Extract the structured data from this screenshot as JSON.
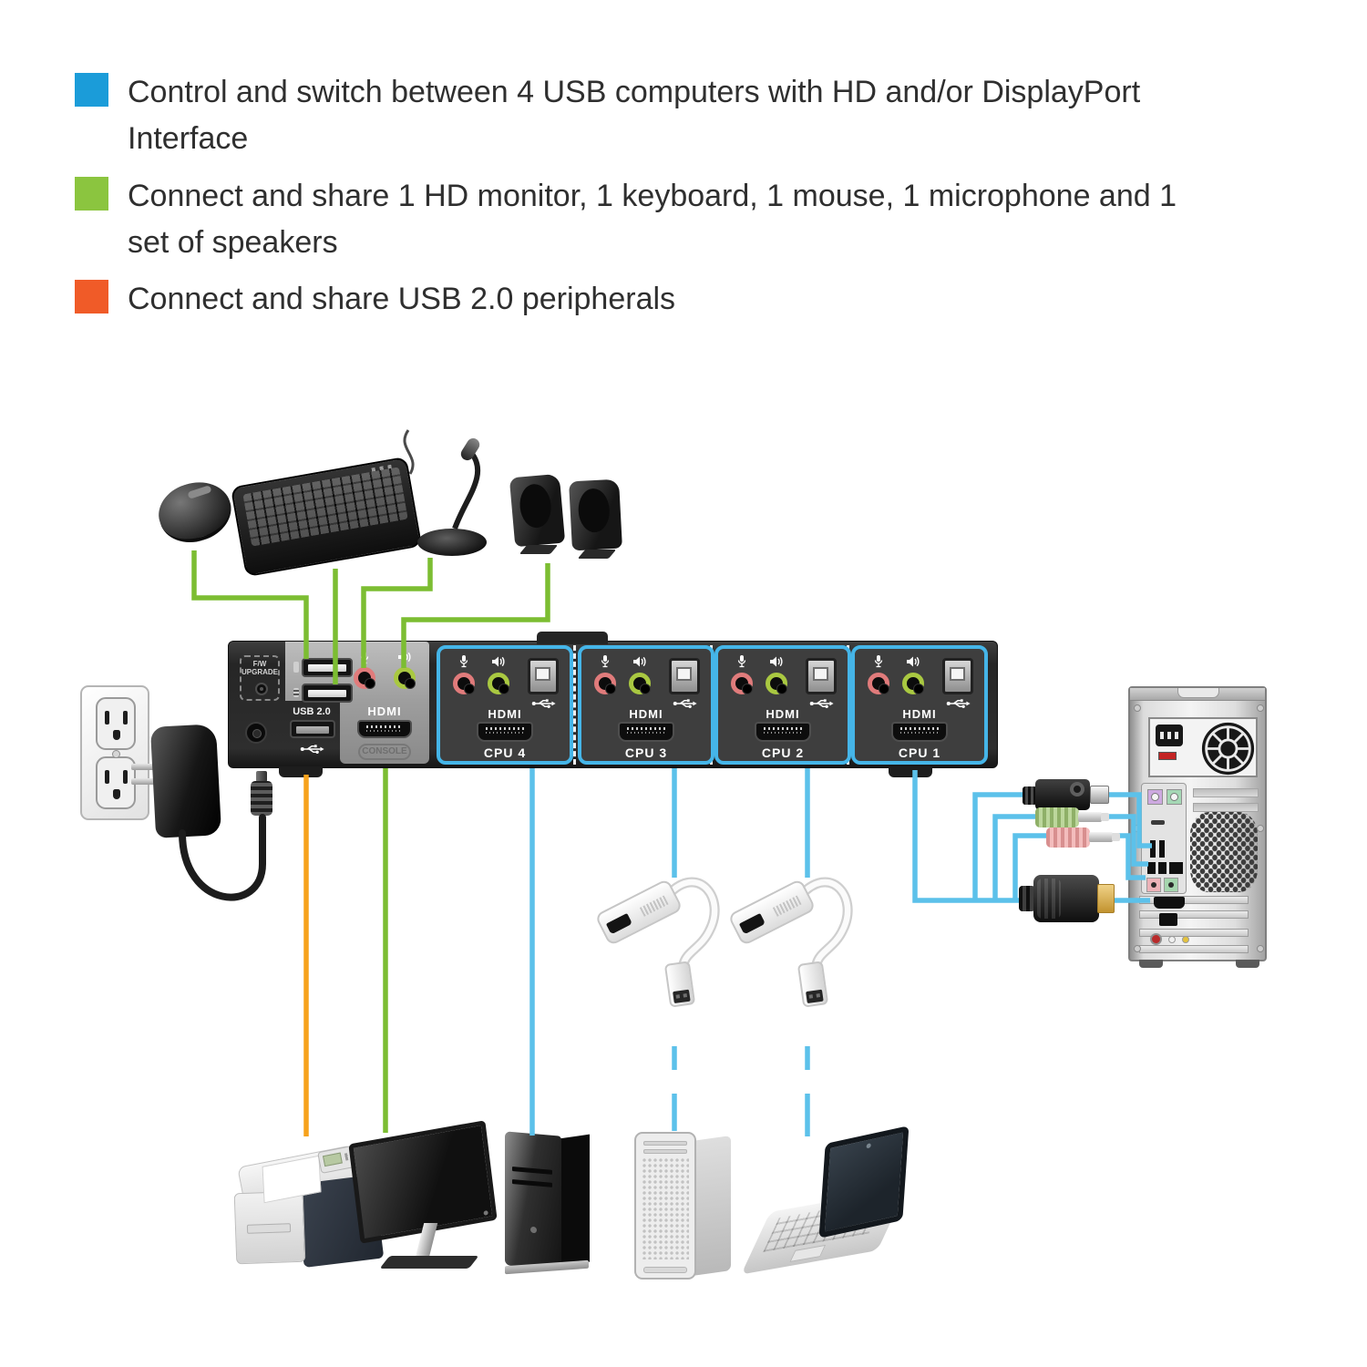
{
  "colors": {
    "wireBlue": "#5cc1ea",
    "wireGreen": "#7cbd32",
    "wireOrange": "#f7a21c",
    "cpuBorder": "#45b5e8",
    "jackPink": "#e07b7b",
    "jackGreen": "#a9c841"
  },
  "legend": {
    "items": [
      {
        "color": "#1b9cd9",
        "line1": "Control and switch between 4 USB computers with HD and/or DisplayPort",
        "line2": "Interface"
      },
      {
        "color": "#8bc53f",
        "line1": "Connect and share 1 HD monitor, 1 keyboard, 1 mouse, 1 microphone and 1",
        "line2": "set of speakers"
      },
      {
        "color": "#f05b28",
        "line1": "Connect and share USB 2.0 peripherals",
        "line2": ""
      }
    ]
  },
  "kvm": {
    "fw_label": "F/W UPGRADE",
    "usb20_label": "USB 2.0",
    "console_hdmi_label": "HDMI",
    "console_badge": "CONSOLE",
    "cpu_ports": [
      {
        "hdmi_label": "HDMI",
        "name": "CPU 4"
      },
      {
        "hdmi_label": "HDMI",
        "name": "CPU 3"
      },
      {
        "hdmi_label": "HDMI",
        "name": "CPU 2"
      },
      {
        "hdmi_label": "HDMI",
        "name": "CPU 1"
      }
    ]
  }
}
